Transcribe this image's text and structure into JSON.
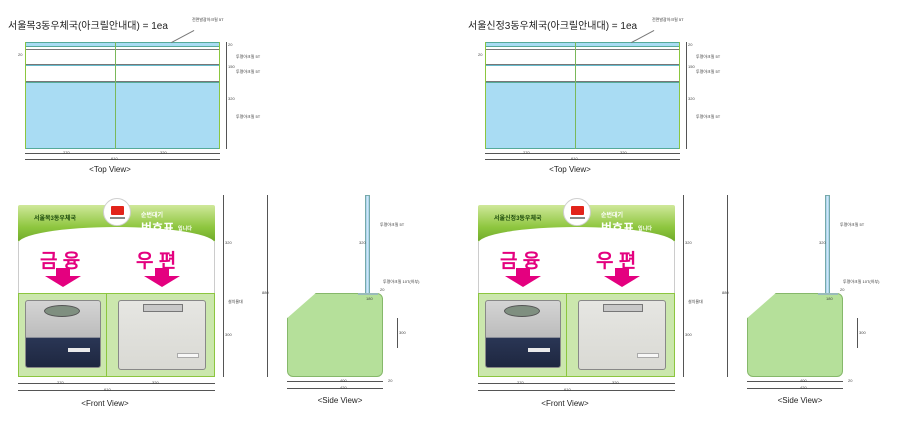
{
  "panels": [
    {
      "title": "서울목3동우체국(아크릴안내대) = 1ea",
      "top_view": {
        "caption": "<Top View>",
        "dims": {
          "left_width": "270",
          "right_width": "320",
          "total_width": "610",
          "depth_top": "20",
          "depth_mid": "150",
          "depth_bottom": "320"
        },
        "notes": {
          "top": "전면발광아크릴 5T",
          "mid1": "투명아크릴 5T",
          "mid2": "투명아크릴 5T",
          "bottom": "투명아크릴 5T"
        }
      },
      "front_view": {
        "caption": "<Front View>",
        "sign": {
          "office_label": "서울목3동우체국",
          "heading_small": "순번대기",
          "heading_big": "번호표",
          "heading_suffix": "입니다",
          "left_label": "금 융",
          "right_label": "우 편"
        },
        "dims": {
          "left_width": "270",
          "right_width": "320",
          "total_width": "610",
          "upper_height": "320",
          "lower_height": "300",
          "total_height": "880"
        },
        "notes": {
          "side": "설치물대"
        }
      },
      "side_view": {
        "caption": "<Side View>",
        "dims": {
          "pole_height": "320",
          "top_width": "180",
          "right_height": "300",
          "bottom_left": "400",
          "bottom_right": "20",
          "bottom_total": "420",
          "small_top": "20"
        },
        "notes": {
          "pole": "투명아크릴 5T",
          "bracket": "투명아크릴 10T(하부)"
        }
      }
    },
    {
      "title": "서울신정3동우체국(아크릴안내대) = 1ea",
      "top_view": {
        "caption": "<Top View>",
        "dims": {
          "left_width": "270",
          "right_width": "320",
          "total_width": "610",
          "depth_top": "20",
          "depth_mid": "150",
          "depth_bottom": "320"
        },
        "notes": {
          "top": "전면발광아크릴 5T",
          "mid1": "투명아크릴 5T",
          "mid2": "투명아크릴 5T",
          "bottom": "투명아크릴 5T"
        }
      },
      "front_view": {
        "caption": "<Front View>",
        "sign": {
          "office_label": "서울신정3동우체국",
          "heading_small": "순번대기",
          "heading_big": "번호표",
          "heading_suffix": "입니다",
          "left_label": "금 융",
          "right_label": "우 편"
        },
        "dims": {
          "left_width": "270",
          "right_width": "320",
          "total_width": "610",
          "upper_height": "320",
          "lower_height": "300",
          "total_height": "880"
        },
        "notes": {
          "side": "설치물대"
        }
      },
      "side_view": {
        "caption": "<Side View>",
        "dims": {
          "pole_height": "320",
          "top_width": "180",
          "right_height": "300",
          "bottom_left": "400",
          "bottom_right": "20",
          "bottom_total": "420",
          "small_top": "20"
        },
        "notes": {
          "pole": "투명아크릴 5T",
          "bracket": "투명아크릴 10T(하부)"
        }
      }
    }
  ],
  "colors": {
    "acrylic_blue": "#a9dcf3",
    "frame_green": "#8cc63f",
    "sign_magenta": "#e4007f",
    "side_green": "#b5e09a"
  }
}
